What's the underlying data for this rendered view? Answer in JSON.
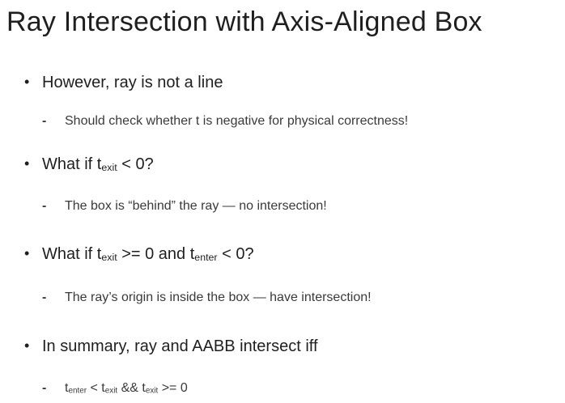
{
  "title": "Ray Intersection with Axis-Aligned Box",
  "bullets": [
    {
      "text": "However, ray is not a line",
      "sub": "Should check whether t is negative for physical correctness!"
    },
    {
      "prefix": "What if t",
      "subscript": "exit",
      "suffix": " < 0?",
      "sub": "The box is “behind” the ray — no intersection!"
    },
    {
      "prefix": "What if t",
      "subscript": "exit",
      "mid": " >= 0 and t",
      "subscript2": "enter",
      "suffix": " < 0?",
      "sub": "The ray’s origin is inside the box — have intersection!"
    },
    {
      "text": "In summary, ray and AABB intersect iff",
      "formula": {
        "t1": "t",
        "s1": "enter",
        "op1": " < t",
        "s2": "exit",
        "op2": " && t",
        "s3": "exit",
        "op3": " >= 0"
      }
    }
  ],
  "glyphs": {
    "bullet": "•",
    "dash": "-"
  }
}
